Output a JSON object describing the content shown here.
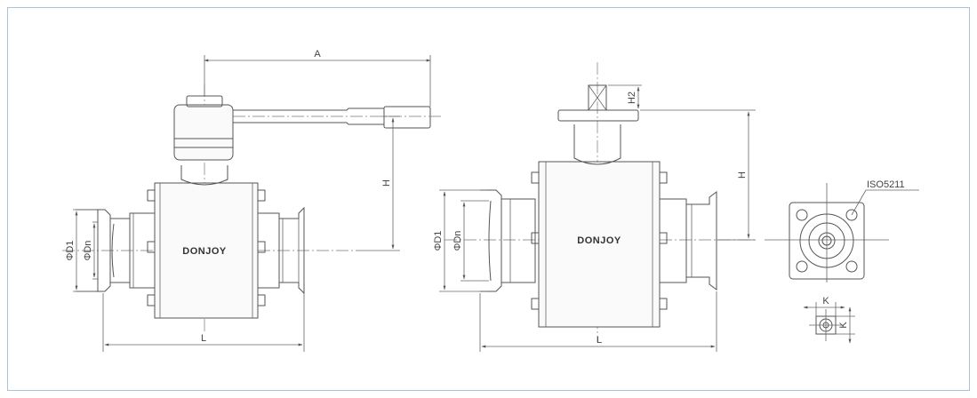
{
  "brand": "DONJOY",
  "labels": {
    "A": "A",
    "H": "H",
    "H2": "H2",
    "L": "L",
    "D1": "ΦD1",
    "Dn": "ΦDn",
    "K": "K",
    "iso": "ISO5211"
  }
}
